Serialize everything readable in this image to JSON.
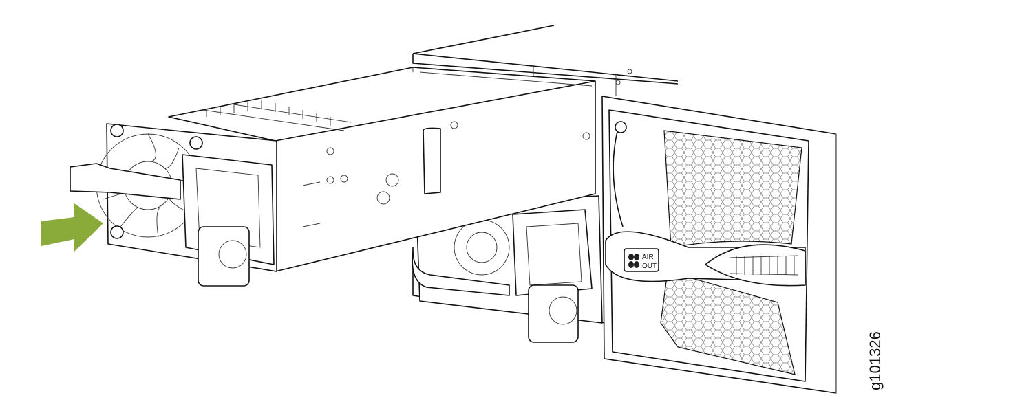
{
  "figure": {
    "id_label": "g101326",
    "fan_tray_label_line1": "AIR",
    "fan_tray_label_line2": "OUT",
    "arrow_color": "#8aaa3a",
    "icons": [
      "fan-icon",
      "insert-direction-arrow"
    ]
  }
}
